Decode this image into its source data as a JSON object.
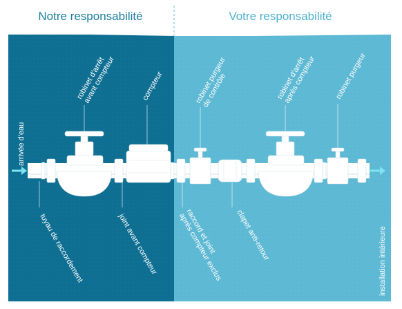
{
  "header": {
    "left_title": "Notre responsabilité",
    "right_title": "Votre responsabilité"
  },
  "labels": {
    "water_in": "arrivée d'eau",
    "valve_before": [
      "robinet d'arrêt",
      "avant compteur"
    ],
    "meter": "compteur",
    "purge_control": [
      "robinet purgeur",
      "de contrôle"
    ],
    "valve_after": [
      "robinet d'arrêt",
      "après compteur"
    ],
    "purge": "robinet purgeur",
    "pipe": "tuyau de raccordement",
    "joint_before": "joint avant compteur",
    "fitting_after": [
      "raccord et joint",
      "après compteur exclus"
    ],
    "check_valve": "clapet anti-retour",
    "indoor": "installation intérieure"
  },
  "colors": {
    "left_panel": "#0f6f93",
    "right_panel": "#5db9d4",
    "left_title": "#1d7ea3",
    "right_title": "#4fb0cf",
    "arrow": "#7fe3f2",
    "pipe": "#ffffff"
  }
}
